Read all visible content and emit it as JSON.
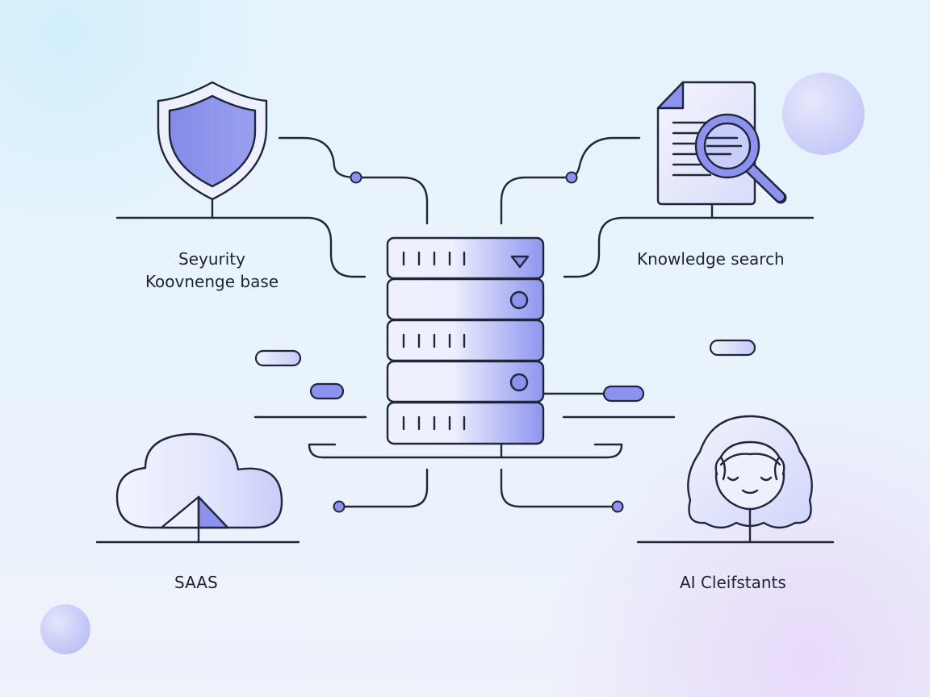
{
  "labels": {
    "security_line1": "Seyurity",
    "security_line2": "Koovnenge base",
    "knowledge": "Knowledge search",
    "saas": "SAAS",
    "ai": "AI Cleifstants"
  },
  "icons": {
    "security": "shield-icon",
    "knowledge": "document-magnifier-icon",
    "server": "server-rack-icon",
    "saas": "cloud-icon",
    "ai": "person-avatar-icon"
  },
  "colors": {
    "accent": "#8c93ee",
    "accent_light": "#eef0fd",
    "stroke": "#22263a",
    "background": "#e8f3fb"
  }
}
